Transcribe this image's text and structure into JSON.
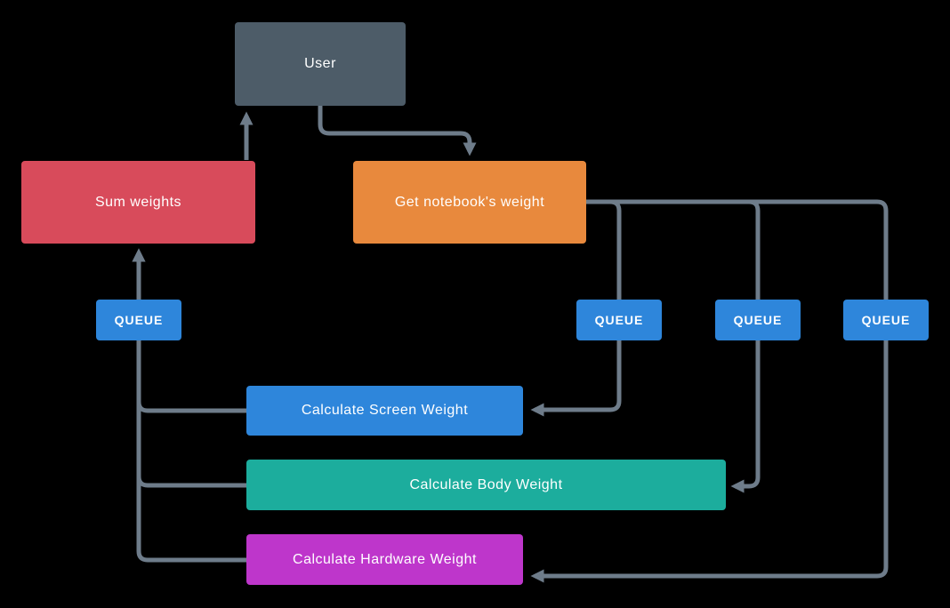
{
  "diagram": {
    "background_color": "#000000",
    "connector_color": "#6E7C8A",
    "text_color": "#FFFFFF",
    "nodes": {
      "user": {
        "label": "User",
        "color": "#4D5C68"
      },
      "sum_weights": {
        "label": "Sum weights",
        "color": "#D84B5B"
      },
      "get_notebook": {
        "label": "Get notebook's weight",
        "color": "#E8893D"
      },
      "queue_sum": {
        "label": "QUEUE",
        "color": "#2E86DB"
      },
      "queue_screen": {
        "label": "QUEUE",
        "color": "#2E86DB"
      },
      "queue_body": {
        "label": "QUEUE",
        "color": "#2E86DB"
      },
      "queue_hardware": {
        "label": "QUEUE",
        "color": "#2E86DB"
      },
      "calc_screen": {
        "label": "Calculate Screen Weight",
        "color": "#2E86DB"
      },
      "calc_body": {
        "label": "Calculate Body Weight",
        "color": "#1CAD9D"
      },
      "calc_hardware": {
        "label": "Calculate Hardware Weight",
        "color": "#BE36CB"
      }
    },
    "edges": [
      {
        "from": "sum_weights",
        "to": "user"
      },
      {
        "from": "user",
        "to": "get_notebook"
      },
      {
        "from": "get_notebook",
        "to": "calc_screen",
        "via": "queue_screen"
      },
      {
        "from": "get_notebook",
        "to": "calc_body",
        "via": "queue_body"
      },
      {
        "from": "get_notebook",
        "to": "calc_hardware",
        "via": "queue_hardware"
      },
      {
        "from": "calc_screen",
        "to": "sum_weights",
        "via": "queue_sum"
      },
      {
        "from": "calc_body",
        "to": "sum_weights",
        "via": "queue_sum"
      },
      {
        "from": "calc_hardware",
        "to": "sum_weights",
        "via": "queue_sum"
      }
    ]
  }
}
